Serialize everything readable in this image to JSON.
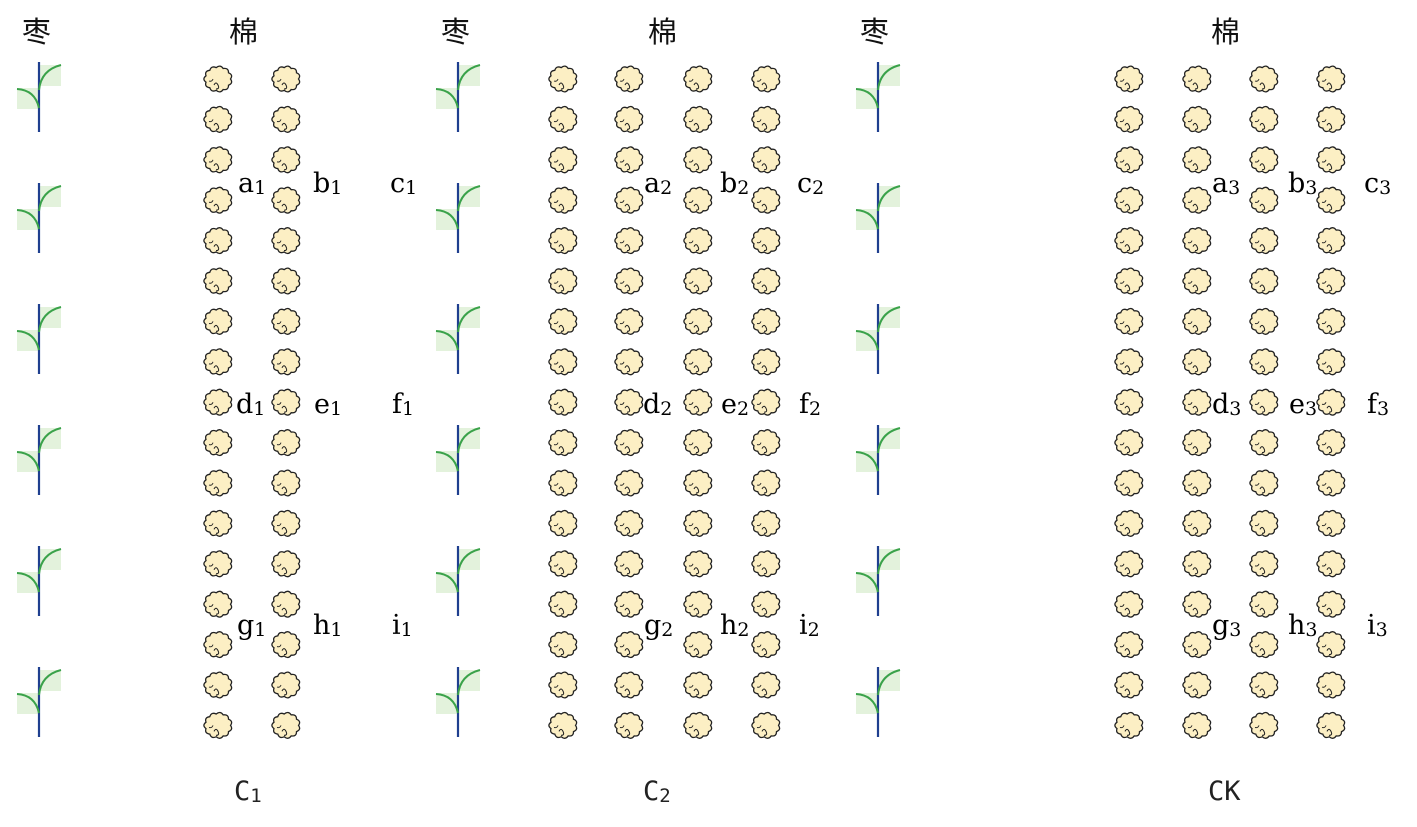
{
  "panels": [
    {
      "id": "C1",
      "jujube_header": "枣",
      "cotton_header": "棉",
      "footer": "C",
      "footer_sub": "1",
      "jujube_rows": 6,
      "cotton_rows": 17,
      "cotton_columns": 2,
      "points": [
        {
          "letter": "a",
          "sub": "1"
        },
        {
          "letter": "b",
          "sub": "1"
        },
        {
          "letter": "c",
          "sub": "1"
        },
        {
          "letter": "d",
          "sub": "1"
        },
        {
          "letter": "e",
          "sub": "1"
        },
        {
          "letter": "f",
          "sub": "1"
        },
        {
          "letter": "g",
          "sub": "1"
        },
        {
          "letter": "h",
          "sub": "1"
        },
        {
          "letter": "i",
          "sub": "1"
        }
      ]
    },
    {
      "id": "C2",
      "jujube_header": "枣",
      "cotton_header": "棉",
      "footer": "C",
      "footer_sub": "2",
      "jujube_rows": 6,
      "cotton_rows": 17,
      "cotton_columns": 4,
      "points": [
        {
          "letter": "a",
          "sub": "2"
        },
        {
          "letter": "b",
          "sub": "2"
        },
        {
          "letter": "c",
          "sub": "2"
        },
        {
          "letter": "d",
          "sub": "2"
        },
        {
          "letter": "e",
          "sub": "2"
        },
        {
          "letter": "f",
          "sub": "2"
        },
        {
          "letter": "g",
          "sub": "2"
        },
        {
          "letter": "h",
          "sub": "2"
        },
        {
          "letter": "i",
          "sub": "2"
        }
      ]
    },
    {
      "id": "CK",
      "jujube_header": "枣",
      "cotton_header": "棉",
      "footer": "CK",
      "footer_sub": "",
      "jujube_rows": 6,
      "cotton_rows": 17,
      "cotton_columns": 4,
      "points": [
        {
          "letter": "a",
          "sub": "3"
        },
        {
          "letter": "b",
          "sub": "3"
        },
        {
          "letter": "c",
          "sub": "3"
        },
        {
          "letter": "d",
          "sub": "3"
        },
        {
          "letter": "e",
          "sub": "3"
        },
        {
          "letter": "f",
          "sub": "3"
        },
        {
          "letter": "g",
          "sub": "3"
        },
        {
          "letter": "h",
          "sub": "3"
        },
        {
          "letter": "i",
          "sub": "3"
        }
      ]
    }
  ],
  "colors": {
    "cotton_fill": "#fcefc4",
    "cotton_stroke": "#222222",
    "jujube_stem": "#1f3f8f",
    "jujube_leaf": "#3aa24a",
    "jujube_leaf_fill": "#e3f2dc"
  },
  "icons": {
    "cotton": "cotton-plant-icon",
    "jujube": "jujube-tree-icon"
  }
}
